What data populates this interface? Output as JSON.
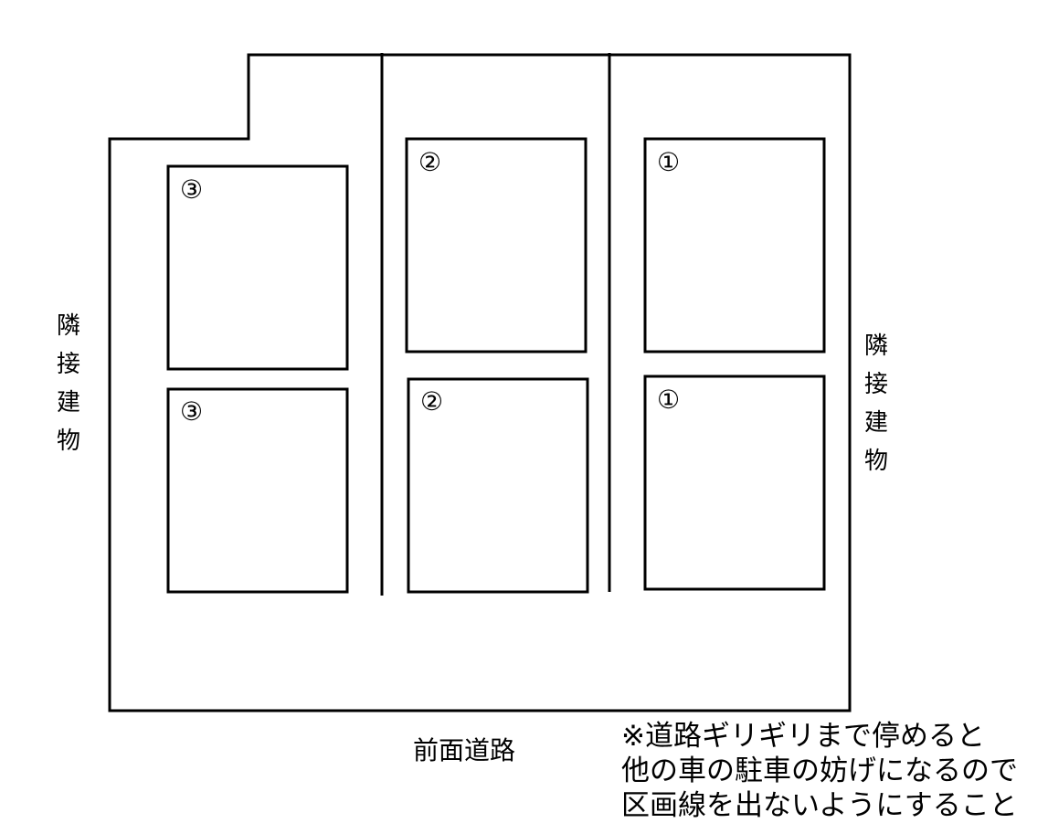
{
  "spaces": [
    {
      "label": "③"
    },
    {
      "label": "③"
    },
    {
      "label": "②"
    },
    {
      "label": "②"
    },
    {
      "label": "①"
    },
    {
      "label": "①"
    }
  ],
  "left_neighbor": [
    "隣",
    "接",
    "建",
    "物"
  ],
  "right_neighbor": [
    "隣",
    "接",
    "建",
    "物"
  ],
  "front_road": "前面道路",
  "note": {
    "line1": "※道路ギリギリまで停めると",
    "line2": "他の車の駐車の妨げになるので",
    "line3": "区画線を出ないようにすること"
  },
  "line_color": "#000000"
}
